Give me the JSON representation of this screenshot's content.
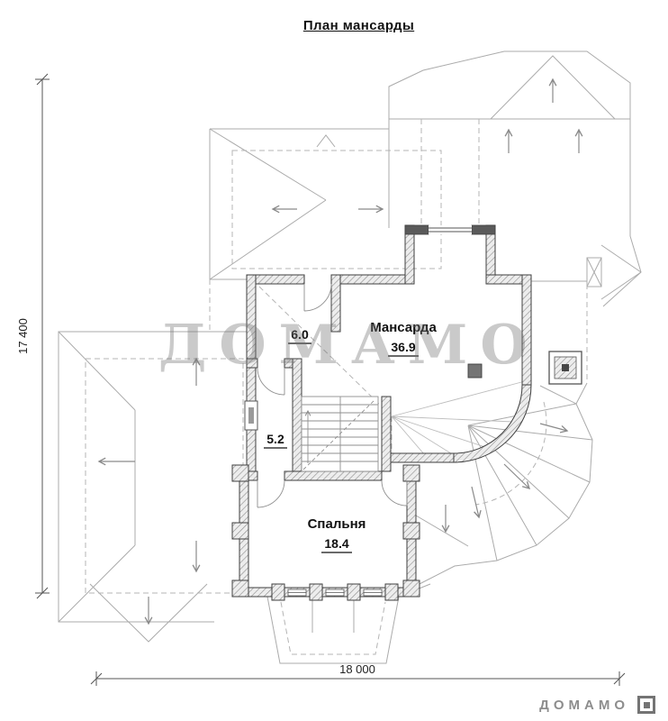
{
  "title": "План мансарды",
  "watermark": "ДОМАМО",
  "logo": {
    "text": "ДОМАМО",
    "icon": "square-in-square-mark"
  },
  "dimensions": {
    "height": "17 400",
    "width": "18 000"
  },
  "rooms": {
    "mansarda": {
      "name": "Мансарда",
      "area": "36.9"
    },
    "bedroom": {
      "name": "Спальня",
      "area": "18.4"
    },
    "hall": {
      "area": "6.0"
    },
    "stairhall": {
      "area": "5.2"
    }
  },
  "colors": {
    "wall": "#3f3f3f",
    "roof_line": "#ababab",
    "watermark": "rgba(115,115,115,0.38)",
    "logo": "#8d8d8d",
    "text": "#111111"
  }
}
